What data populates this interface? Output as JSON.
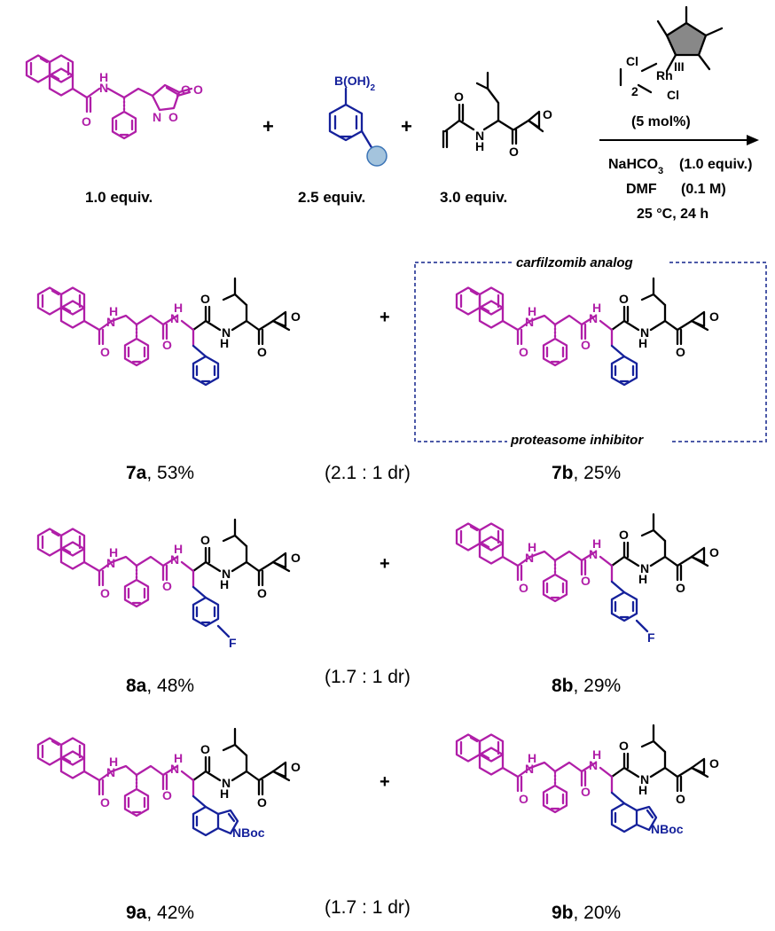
{
  "colors": {
    "magenta": "#b01ea8",
    "blue": "#15219b",
    "black": "#000000",
    "box": "#4d5aa8"
  },
  "reagents": {
    "amine": {
      "equiv": "1.0 equiv."
    },
    "boronic": {
      "formula": "B(OH)2",
      "equiv": "2.5 equiv."
    },
    "acrylamide": {
      "equiv": "3.0 equiv."
    },
    "plus": "+"
  },
  "conditions": {
    "catalyst_loading": "(5 mol%)",
    "base": "NaHCO3",
    "base_equiv": "(1.0 equiv.)",
    "solvent": "DMF",
    "solvent_conc": "(0.1 M)",
    "temp_time": "25 °C, 24 h"
  },
  "highlight": {
    "top_label": "carfilzomib analog",
    "bottom_label": "proteasome inhibitor"
  },
  "products": [
    {
      "a": "7a",
      "a_yield": ", 53%",
      "dr": "(2.1 : 1 dr)",
      "b": "7b",
      "b_yield": ", 25%",
      "aryl": "phenyl"
    },
    {
      "a": "8a",
      "a_yield": ", 48%",
      "dr": "(1.7 : 1 dr)",
      "b": "8b",
      "b_yield": ", 29%",
      "aryl": "4-fluorophenyl",
      "sub": "F"
    },
    {
      "a": "9a",
      "a_yield": ", 42%",
      "dr": "(1.7 : 1 dr)",
      "b": "9b",
      "b_yield": ", 20%",
      "aryl": "N-Boc-indolyl",
      "sub": "NBoc"
    }
  ]
}
